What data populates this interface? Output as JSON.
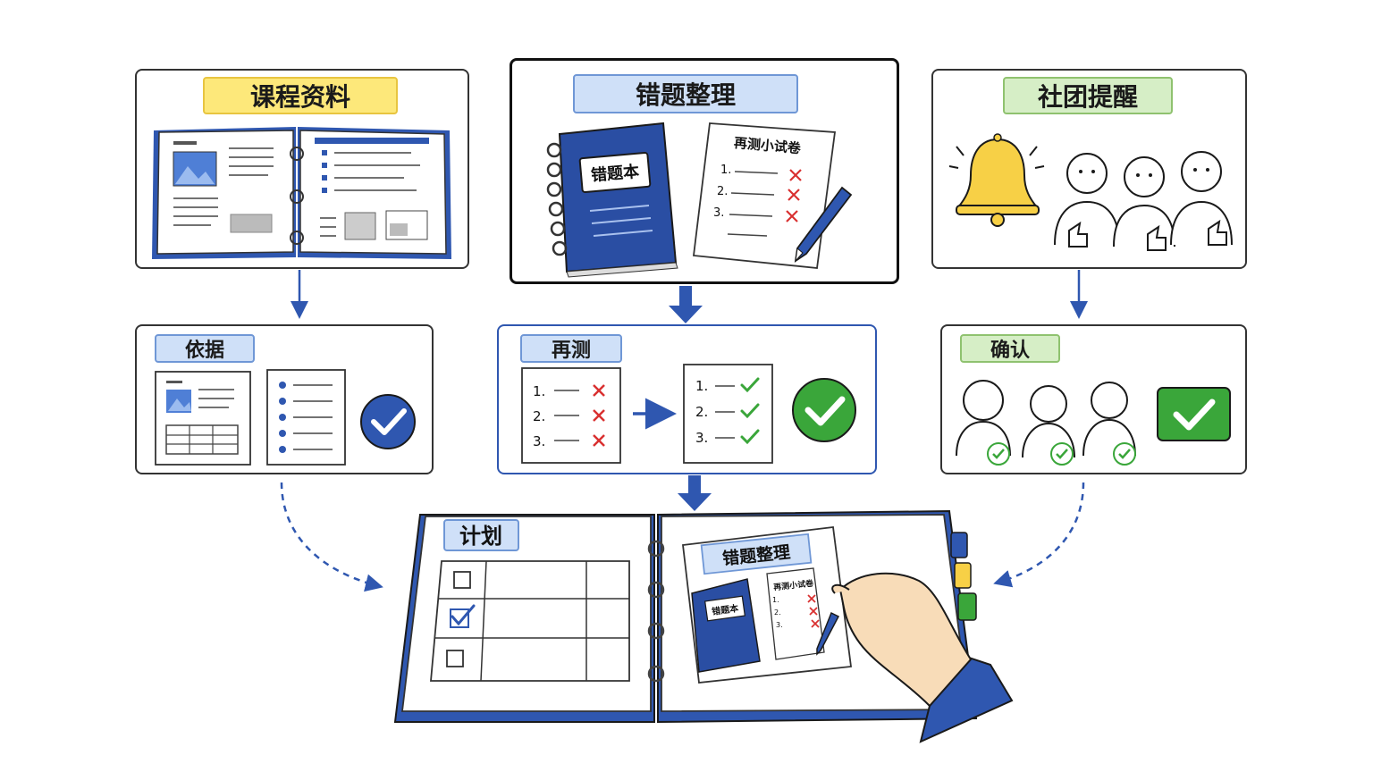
{
  "top": {
    "materials": {
      "title": "课程资料"
    },
    "mistakes": {
      "title": "错题整理",
      "notebook_label": "错题本",
      "quiz_title": "再测小试卷",
      "quiz_items": [
        "1.",
        "2.",
        "3."
      ]
    },
    "club": {
      "title": "社团提醒"
    }
  },
  "middle": {
    "basis": {
      "title": "依据"
    },
    "retest": {
      "title": "再测",
      "before_items": [
        "1.",
        "2.",
        "3."
      ],
      "after_items": [
        "1.",
        "2.",
        "3."
      ]
    },
    "confirm": {
      "title": "确认"
    }
  },
  "bottom": {
    "plan": {
      "title": "计划"
    },
    "card": {
      "title": "错题整理",
      "notebook_label": "错题本",
      "quiz_title": "再测小试卷",
      "quiz_items": [
        "1.",
        "2.",
        "3."
      ]
    }
  },
  "colors": {
    "blue": "#2f57b0",
    "check_green": "#3aa63a",
    "cross_red": "#d93030",
    "bell": "#f7d046",
    "yellow_tag": "#fde87a",
    "blue_tag": "#cfe0f8",
    "green_tag": "#d6eec6"
  }
}
